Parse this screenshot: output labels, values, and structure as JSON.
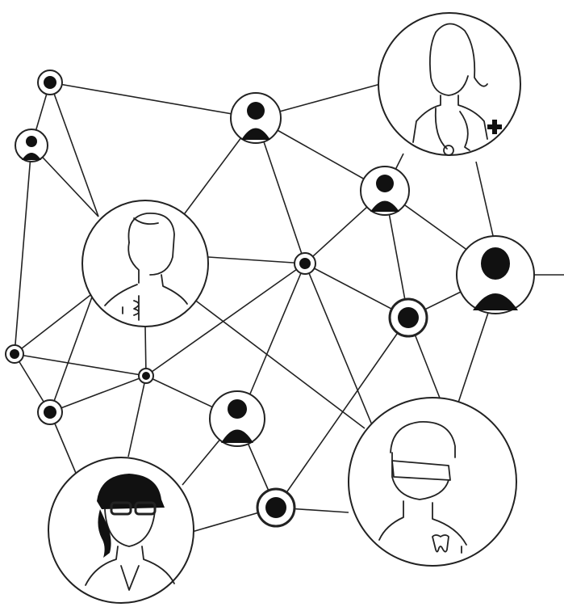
{
  "diagram": {
    "type": "network",
    "node_kinds": [
      "hub-dot",
      "small-avatar",
      "portrait"
    ],
    "portraits": [
      {
        "name": "doctor-female",
        "icon": "stethoscope-icon"
      },
      {
        "name": "doctor-male",
        "icon": "caduceus-icon"
      },
      {
        "name": "scientist-female",
        "icon": "glasses-icon"
      },
      {
        "name": "dentist-male",
        "icon": "tooth-icon"
      }
    ],
    "colors": {
      "line": "#222222",
      "fill": "#111111",
      "background": "#ffffff"
    }
  }
}
